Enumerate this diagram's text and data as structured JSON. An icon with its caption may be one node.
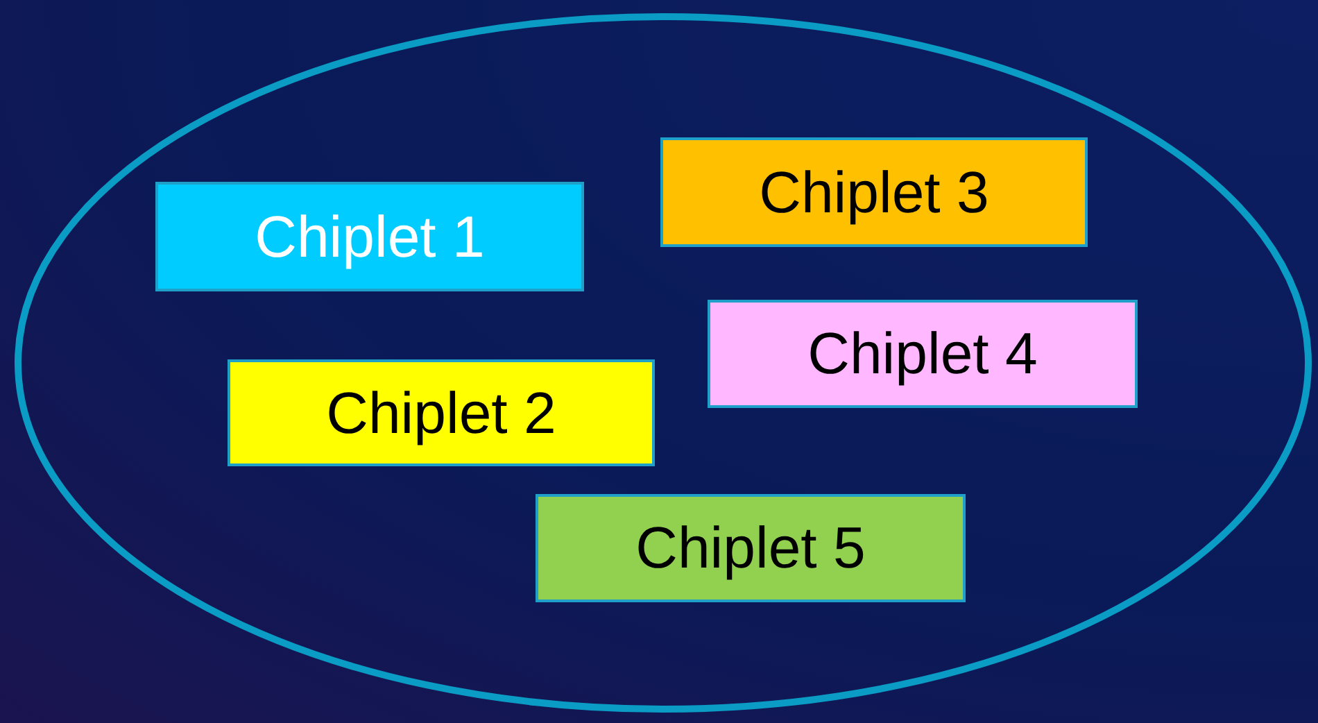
{
  "diagram": {
    "nodes": [
      {
        "text": [],
        "shape": "ellipse"
      },
      {
        "text": [
          "Chiplet 1"
        ],
        "in": 0
      },
      {
        "text": [
          "Chiplet 2"
        ],
        "in": 0
      },
      {
        "text": [
          "Chiplet 3"
        ],
        "in": 0
      },
      {
        "text": [
          "Chiplet 4"
        ],
        "in": 0
      },
      {
        "text": [
          "Chiplet 5"
        ],
        "in": 0
      }
    ]
  }
}
